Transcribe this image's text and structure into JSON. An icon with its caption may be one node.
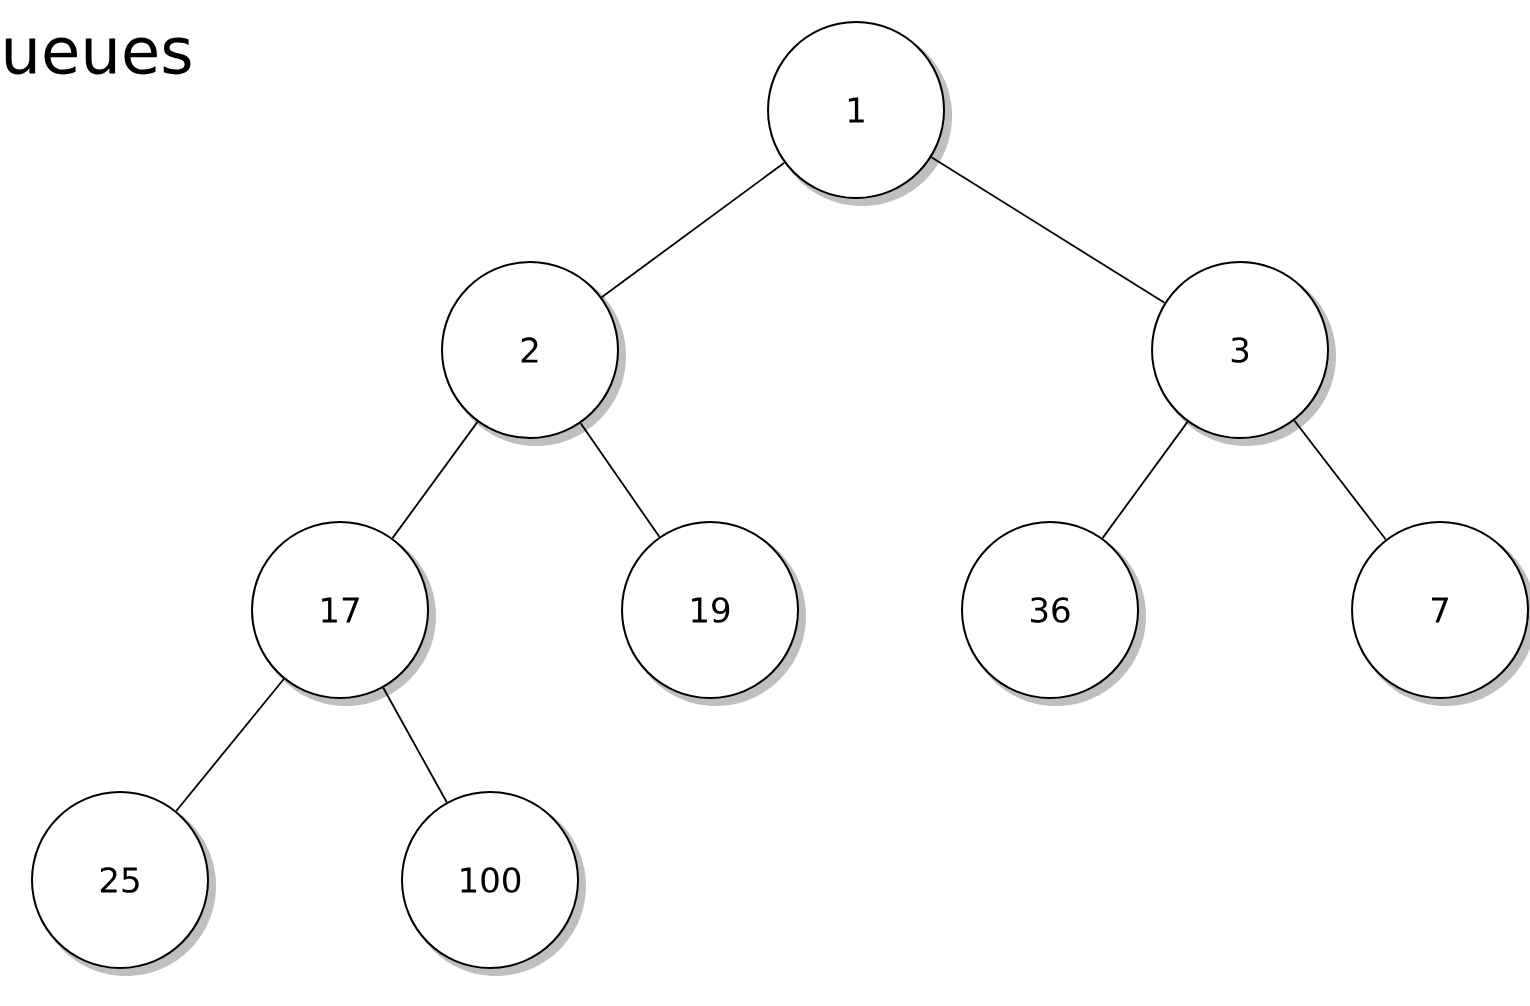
{
  "diagram": {
    "nodes": [
      {
        "text": [
          "1"
        ]
      },
      {
        "text": [
          "2"
        ]
      },
      {
        "text": [
          "3"
        ]
      },
      {
        "text": [
          "17"
        ]
      },
      {
        "text": [
          "19"
        ]
      },
      {
        "text": [
          "36"
        ]
      },
      {
        "text": [
          "7"
        ]
      },
      {
        "text": [
          "25"
        ]
      },
      {
        "text": [
          "100"
        ]
      }
    ],
    "edges": [
      {
        "from": 0,
        "to": 1,
        "arrow": "none"
      },
      {
        "from": 0,
        "to": 2,
        "arrow": "none"
      },
      {
        "from": 1,
        "to": 3,
        "arrow": "none"
      },
      {
        "from": 1,
        "to": 4,
        "arrow": "none"
      },
      {
        "from": 2,
        "to": 5,
        "arrow": "none"
      },
      {
        "from": 2,
        "to": 6,
        "arrow": "none"
      },
      {
        "from": 3,
        "to": 7,
        "arrow": "none"
      },
      {
        "from": 3,
        "to": 8,
        "arrow": "none"
      }
    ],
    "labels": [
      "ueues"
    ]
  }
}
